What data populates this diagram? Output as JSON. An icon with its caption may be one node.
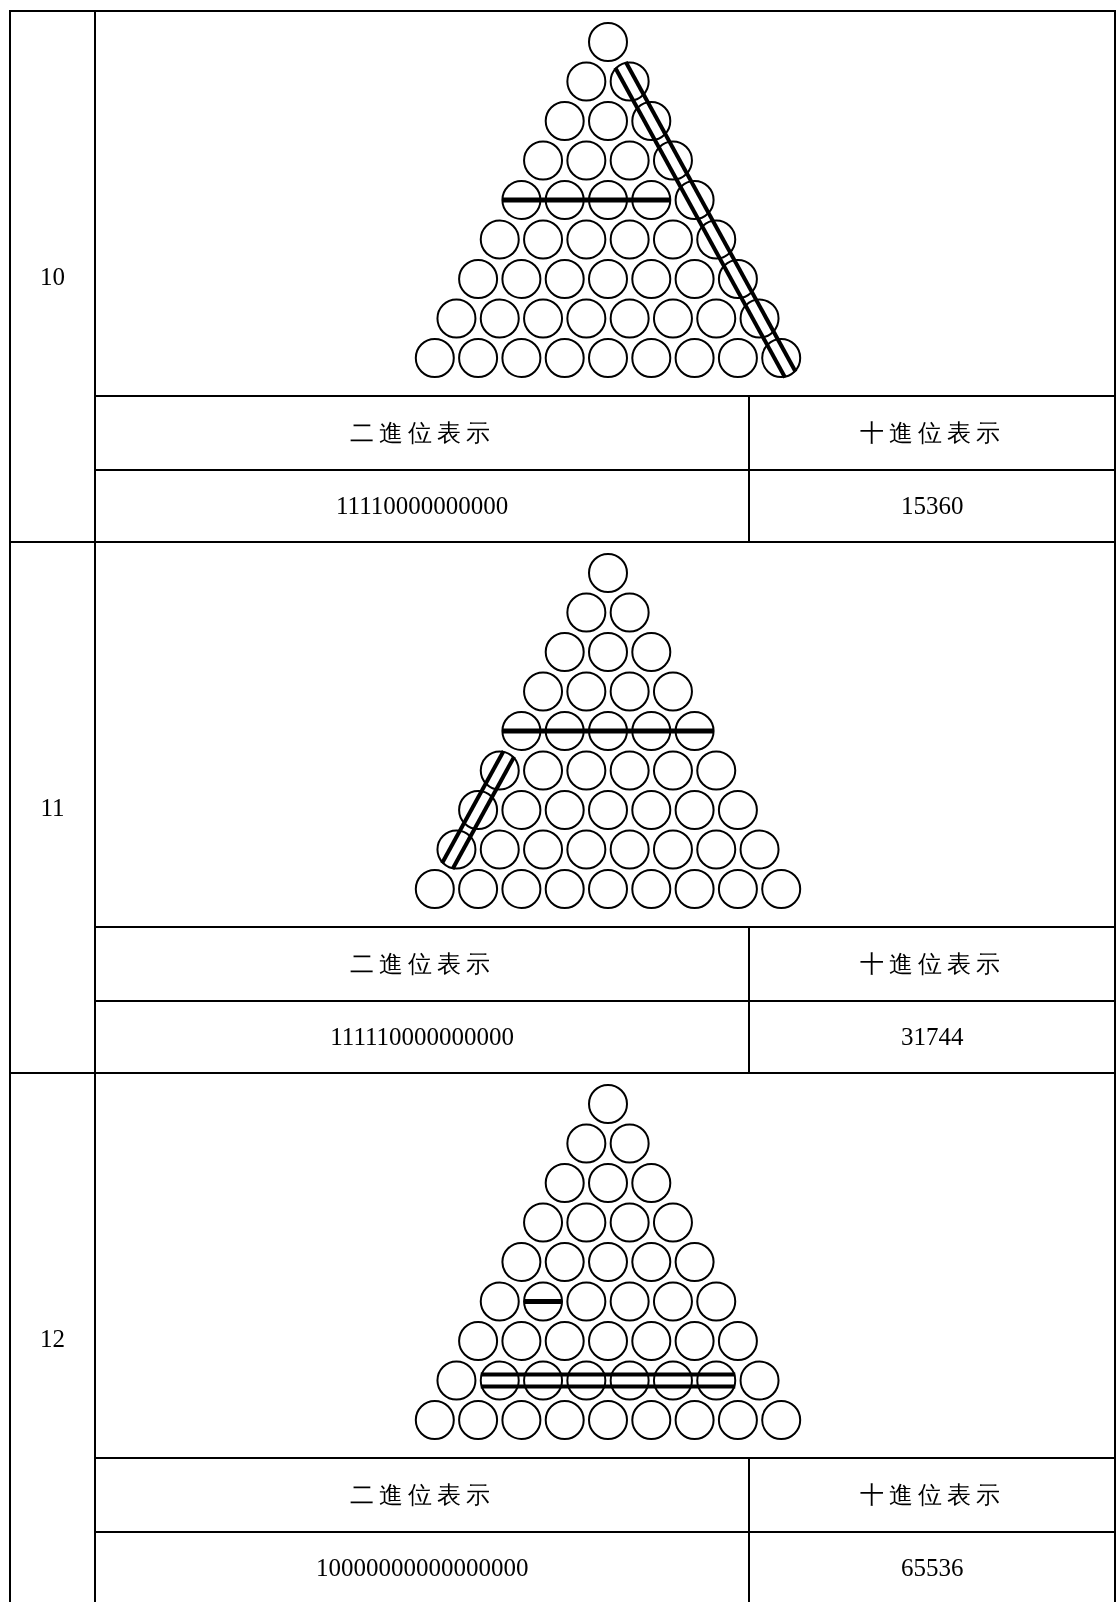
{
  "diagram": {
    "labels": [
      "10",
      "二進位表示",
      "十進位表示",
      "11110000000000",
      "15360",
      "11",
      "二進位表示",
      "十進位表示",
      "111110000000000",
      "31744",
      "12",
      "二進位表示",
      "十進位表示",
      "10000000000000000",
      "65536"
    ]
  }
}
